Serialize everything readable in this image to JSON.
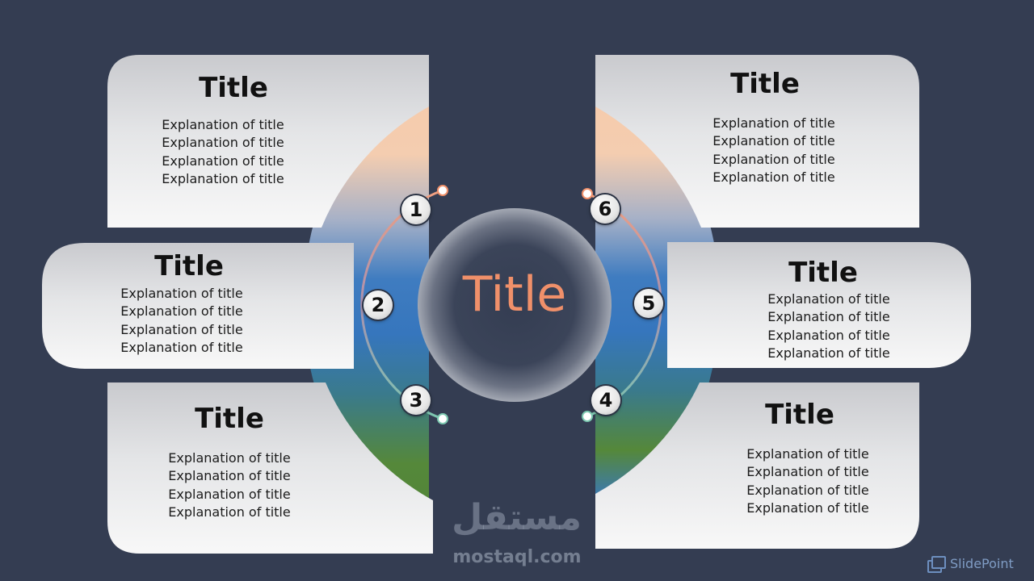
{
  "center": {
    "title": "Title"
  },
  "cards": [
    {
      "id": "top-left",
      "title": "Title",
      "lines": [
        "Explanation of title",
        "Explanation of title",
        "Explanation of title",
        "Explanation of title"
      ]
    },
    {
      "id": "mid-left",
      "title": "Title",
      "lines": [
        "Explanation of title",
        "Explanation of title",
        "Explanation of title",
        "Explanation of title"
      ]
    },
    {
      "id": "bottom-left",
      "title": "Title",
      "lines": [
        "Explanation of title",
        "Explanation of title",
        "Explanation of title",
        "Explanation of title"
      ]
    },
    {
      "id": "top-right",
      "title": "Title",
      "lines": [
        "Explanation of title",
        "Explanation of title",
        "Explanation of title",
        "Explanation of title"
      ]
    },
    {
      "id": "mid-right",
      "title": "Title",
      "lines": [
        "Explanation of title",
        "Explanation of title",
        "Explanation of title",
        "Explanation of title"
      ]
    },
    {
      "id": "bottom-right",
      "title": "Title",
      "lines": [
        "Explanation of title",
        "Explanation of title",
        "Explanation of title",
        "Explanation of title"
      ]
    }
  ],
  "steps": [
    "1",
    "2",
    "3",
    "4",
    "5",
    "6"
  ],
  "colors": {
    "background": "#343d52",
    "peach": "#f7c9a8",
    "blue": "#3a7bc2",
    "green": "#55883a",
    "center_text": "#f0906a"
  },
  "watermark": {
    "arabic": "مستقل",
    "latin": "mostaql.com"
  },
  "brand": {
    "name": "SlidePoint",
    "icon": "stacked-windows-icon"
  }
}
